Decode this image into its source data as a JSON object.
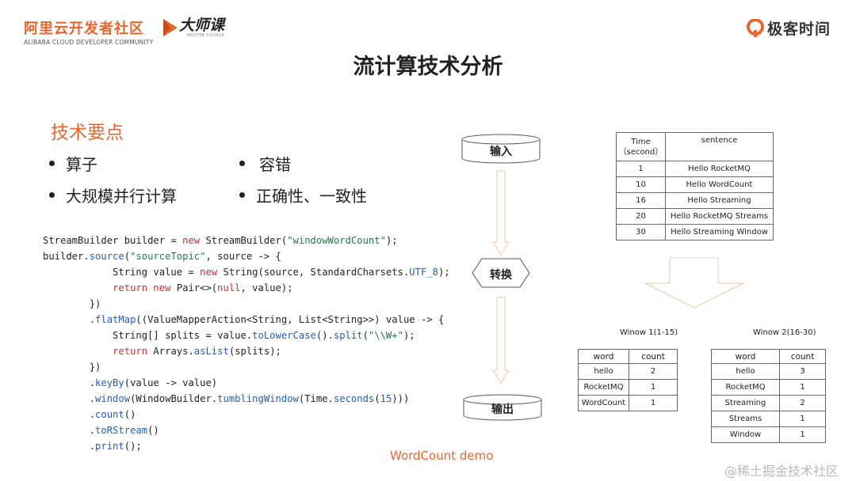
{
  "logos": {
    "aliyun_cn": "阿里云开发者社区",
    "aliyun_en": "ALIBABA CLOUD DEVELOPER COMMUNITY",
    "dashi": "大师课",
    "dashi_sub": "MASTER COURSE",
    "geek": "极客时间"
  },
  "title": "流计算技术分析",
  "section_heading": "技术要点",
  "points": [
    "算子",
    "容错",
    "大规模并行计算",
    "正确性、一致性"
  ],
  "code_caption": "WordCount demo",
  "flow": {
    "input": "输入",
    "transform": "转换",
    "output": "输出"
  },
  "sentences_table": {
    "headers": [
      "Time\n（second）",
      "sentence"
    ],
    "rows": [
      [
        "1",
        "Hello RocketMQ"
      ],
      [
        "10",
        "Hello WordCount"
      ],
      [
        "16",
        "Hello Streaming"
      ],
      [
        "20",
        "Hello RocketMQ Streams"
      ],
      [
        "30",
        "Hello Streaming Window"
      ]
    ]
  },
  "window1": {
    "caption": "Winow 1(1-15)",
    "headers": [
      "word",
      "count"
    ],
    "rows": [
      [
        "hello",
        "2"
      ],
      [
        "RocketMQ",
        "1"
      ],
      [
        "WordCount",
        "1"
      ]
    ]
  },
  "window2": {
    "caption": "Winow 2(16-30)",
    "headers": [
      "word",
      "count"
    ],
    "rows": [
      [
        "hello",
        "3"
      ],
      [
        "RocketMQ",
        "1"
      ],
      [
        "Streaming",
        "2"
      ],
      [
        "Streams",
        "1"
      ],
      [
        "Window",
        "1"
      ]
    ]
  },
  "watermark": "@稀土掘金技术社区",
  "colors": {
    "accent": "#e8652c",
    "flow_stroke": "#f2c7a8"
  }
}
